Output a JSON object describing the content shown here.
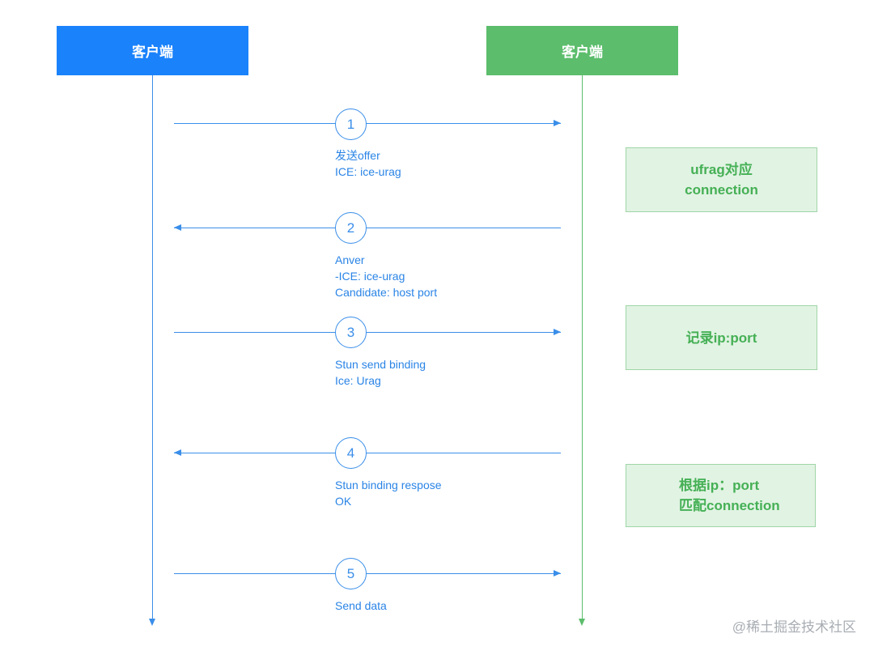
{
  "participants": {
    "left": {
      "label": "客户端",
      "color": "#1a82fb"
    },
    "right": {
      "label": "客户端",
      "color": "#5cbd6c"
    }
  },
  "messages": [
    {
      "number": "1",
      "direction": "right",
      "lines": [
        "发送offer",
        "ICE: ice-urag"
      ]
    },
    {
      "number": "2",
      "direction": "left",
      "lines": [
        "Anver",
        "-ICE: ice-urag",
        "Candidate: host port"
      ]
    },
    {
      "number": "3",
      "direction": "right",
      "lines": [
        "Stun send binding",
        "Ice: Urag"
      ]
    },
    {
      "number": "4",
      "direction": "left",
      "lines": [
        "Stun binding respose",
        "OK"
      ]
    },
    {
      "number": "5",
      "direction": "right",
      "lines": [
        "Send data"
      ]
    }
  ],
  "notes": [
    {
      "lines": [
        "ufrag对应",
        "connection"
      ]
    },
    {
      "lines": [
        "记录ip:port"
      ]
    },
    {
      "lines": [
        "根据ip：port",
        "匹配connection"
      ]
    }
  ],
  "watermark": "@稀土掘金技术社区",
  "colors": {
    "message": "#3a8ee9",
    "note_bg": "#e1f3e3",
    "note_text": "#45b055"
  }
}
